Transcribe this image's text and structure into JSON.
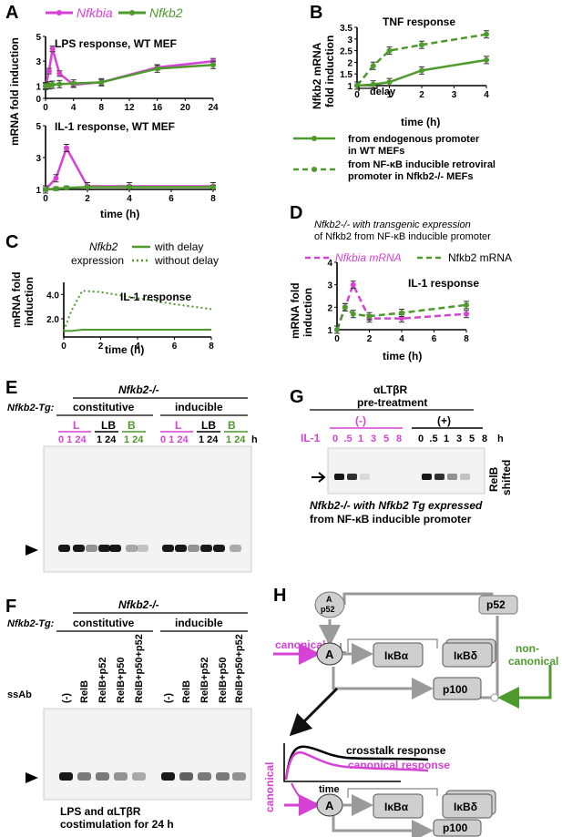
{
  "panels": {
    "A": "A",
    "B": "B",
    "C": "C",
    "D": "D",
    "E": "E",
    "F": "F",
    "G": "G",
    "H": "H"
  },
  "colors": {
    "magenta": "#d642d6",
    "green": "#4f9a2c",
    "gray": "#9a9a9a"
  },
  "chart_data": [
    {
      "id": "A-top",
      "type": "line",
      "title": "LPS response, WT MEF",
      "ylabel": "mRNA fold induction",
      "xlabel": "",
      "ylim": [
        0,
        5
      ],
      "yticks": [
        "0",
        "1",
        "3",
        "5"
      ],
      "xlim": [
        0,
        24
      ],
      "xticks": [
        "0",
        "4",
        "8",
        "12",
        "16",
        "20",
        "24"
      ],
      "legend": [
        "Nfkbia",
        "Nfkb2"
      ],
      "series": [
        {
          "name": "Nfkbia",
          "x": [
            0,
            0.5,
            1,
            2,
            4,
            8,
            16,
            24
          ],
          "y": [
            1,
            2.2,
            4,
            2,
            1.1,
            1.3,
            2.5,
            3
          ]
        },
        {
          "name": "Nfkb2",
          "x": [
            0,
            0.5,
            1,
            2,
            4,
            8,
            16,
            24
          ],
          "y": [
            1,
            1.05,
            1.1,
            1.15,
            1.2,
            1.3,
            2.4,
            2.7
          ]
        }
      ]
    },
    {
      "id": "A-bottom",
      "type": "line",
      "title": "IL-1 response, WT MEF",
      "xlabel": "time (h)",
      "ylim": [
        1,
        5
      ],
      "yticks": [
        "1",
        "3",
        "5"
      ],
      "xlim": [
        0,
        8
      ],
      "xticks": [
        "0",
        "2",
        "4",
        "6",
        "8"
      ],
      "series": [
        {
          "name": "Nfkbia",
          "x": [
            0,
            0.5,
            1,
            2,
            4,
            8
          ],
          "y": [
            1,
            1.7,
            3.6,
            1.2,
            1.2,
            1.2
          ]
        },
        {
          "name": "Nfkb2",
          "x": [
            0,
            0.5,
            1,
            2,
            4,
            8
          ],
          "y": [
            1,
            1.05,
            1.1,
            1.15,
            1.15,
            1.15
          ]
        }
      ]
    },
    {
      "id": "B",
      "type": "line",
      "title": "TNF response",
      "ylabel": "Nfkb2 mRNA fold induction",
      "xlabel": "time (h)",
      "ylim": [
        1,
        3.5
      ],
      "yticks": [
        "1",
        "1.5",
        "2",
        "2.5",
        "3",
        "3.5"
      ],
      "xlim": [
        0,
        4
      ],
      "xticks": [
        "0",
        "1",
        "2",
        "3",
        "4"
      ],
      "annotation": "delay",
      "legend": [
        "from endogenous promoter in WT MEFs",
        "from NF-κB inducible retroviral promoter in Nfkb2-/- MEFs"
      ],
      "series": [
        {
          "name": "endogenous",
          "x": [
            0,
            0.5,
            1,
            2,
            4
          ],
          "y": [
            1,
            1.05,
            1.15,
            1.65,
            2.1
          ]
        },
        {
          "name": "retroviral",
          "x": [
            0,
            0.5,
            1,
            2,
            4
          ],
          "y": [
            1,
            1.85,
            2.5,
            2.75,
            3.2
          ]
        }
      ]
    },
    {
      "id": "C",
      "type": "line",
      "title": "IL-1 response",
      "ylabel": "mRNA fold induction",
      "xlabel": "time (h)",
      "ylim": [
        0.5,
        5
      ],
      "yticks": [
        "2.0",
        "4.0"
      ],
      "xlim": [
        0,
        8
      ],
      "xticks": [
        "0",
        "2",
        "4",
        "6",
        "8"
      ],
      "legend_title": "Nfkb2 expression",
      "legend": [
        "with delay",
        "without delay"
      ],
      "series": [
        {
          "name": "with delay",
          "x": [
            0,
            0.4,
            1,
            2,
            4,
            6,
            8
          ],
          "y": [
            1,
            1,
            1.1,
            1.1,
            1.1,
            1.1,
            1.1
          ]
        },
        {
          "name": "without delay",
          "x": [
            0,
            0.4,
            1,
            2,
            4,
            6,
            8
          ],
          "y": [
            1,
            2.6,
            4.3,
            4.2,
            3.7,
            3.2,
            2.8
          ]
        }
      ]
    },
    {
      "id": "D",
      "type": "line",
      "title": "IL-1 response",
      "header": "Nfkb2-/- with transgenic expression of Nfkb2 from NF-κB inducible promoter",
      "ylabel": "mRNA fold induction",
      "xlabel": "time (h)",
      "ylim": [
        1,
        4
      ],
      "yticks": [
        "1",
        "2",
        "3",
        "4"
      ],
      "xlim": [
        0,
        8
      ],
      "xticks": [
        "0",
        "2",
        "4",
        "6",
        "8"
      ],
      "legend": [
        "Nfkbia mRNA",
        "Nfkb2 mRNA"
      ],
      "series": [
        {
          "name": "Nfkbia mRNA",
          "x": [
            0,
            0.5,
            1,
            2,
            4,
            8
          ],
          "y": [
            1,
            2,
            3,
            1.5,
            1.5,
            1.7
          ]
        },
        {
          "name": "Nfkb2 mRNA",
          "x": [
            0,
            0.5,
            1,
            2,
            4,
            8
          ],
          "y": [
            1,
            2,
            1.7,
            1.6,
            1.75,
            2.1
          ]
        }
      ]
    }
  ],
  "texts": {
    "ylabel_a": "mRNA fold induction",
    "ylabel_b1": "Nfkb2 mRNA",
    "ylabel_b2": "fold induction",
    "ylabel_c1": "mRNA fold",
    "ylabel_c2": "induction",
    "ylabel_d1": "mRNA fold",
    "ylabel_d2": "induction",
    "time_h": "time (h)",
    "b_leg1a": "from endogenous promoter",
    "b_leg1b": "in WT MEFs",
    "b_leg2a": "from NF-κB inducible retroviral",
    "b_leg2b": "promoter in Nfkb2-/- MEFs",
    "c_nfkb2": "Nfkb2",
    "c_expr": "expression",
    "d_head1": "Nfkb2-/- with transgenic expression",
    "d_head2": "of Nfkb2 from NF-κB inducible promoter",
    "e_geno": "Nfkb2-/-",
    "e_tg": "Nfkb2-Tg:",
    "e_const": "constitutive",
    "e_induc": "inducible",
    "e_lanes1": [
      "L",
      "LB",
      "B"
    ],
    "e_times": [
      "0 1 24",
      "1 24",
      "1 24"
    ],
    "e_h": "h",
    "f_geno": "Nfkb2-/-",
    "f_tg": "Nfkb2-Tg:",
    "f_const": "constitutive",
    "f_induc": "inducible",
    "f_ssab": "ssAb",
    "f_lanes": [
      "(-)",
      "RelB",
      "RelB+p52",
      "RelB+p50",
      "RelB+p50+p52"
    ],
    "f_cap1": "LPS and αLTβR",
    "f_cap2": "costimulation for 24 h",
    "g_title1": "αLTβR",
    "g_title2": "pre-treatment",
    "g_neg": "(-)",
    "g_pos": "(+)",
    "g_il1": "IL-1",
    "g_times": [
      "0",
      ".5",
      "1",
      "3",
      "5",
      "8"
    ],
    "g_h": "h",
    "g_side1": "RelB",
    "g_side2": "shifted",
    "g_cap1": "Nfkb2-/- with Nfkb2 Tg expressed",
    "g_cap2": "from NF-κB inducible promoter",
    "h_ap52_a": "A",
    "h_ap52_b": "p52",
    "h_p52": "p52",
    "h_canon": "canonical",
    "h_noncanon1": "non-",
    "h_noncanon2": "canonical",
    "h_A": "A",
    "h_ikba": "IκBα",
    "h_ikbd": "IκBδ",
    "h_p100": "p100",
    "h_cross": "crosstalk response",
    "h_canresp": "canonical response",
    "h_time": "time"
  }
}
